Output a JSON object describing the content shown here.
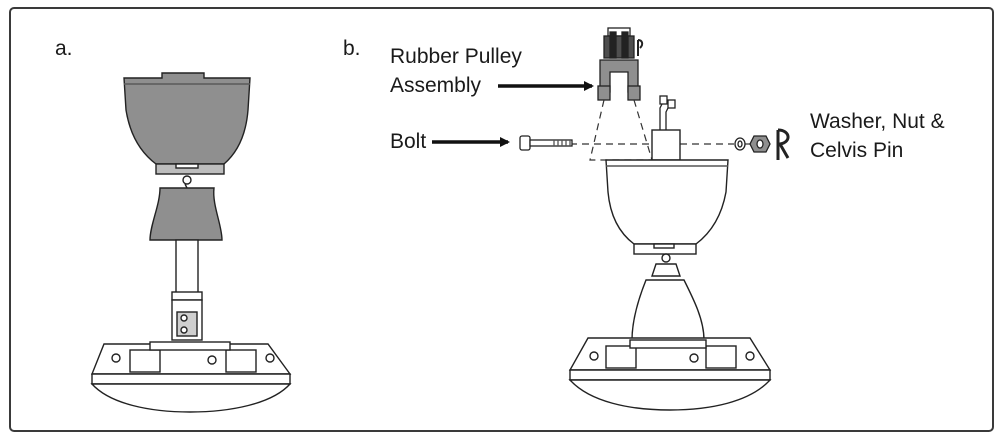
{
  "panels": {
    "a": {
      "label": "a."
    },
    "b": {
      "label": "b.",
      "callouts": {
        "pulley": [
          "Rubber Pulley",
          "Assembly"
        ],
        "bolt": "Bolt",
        "washer": [
          "Washer, Nut &",
          "Celvis Pin"
        ]
      }
    }
  },
  "colors": {
    "outline": "#222222",
    "part_dark": "#8c8c8c",
    "part_mid": "#a9a9a9",
    "part_light": "#ffffff"
  }
}
